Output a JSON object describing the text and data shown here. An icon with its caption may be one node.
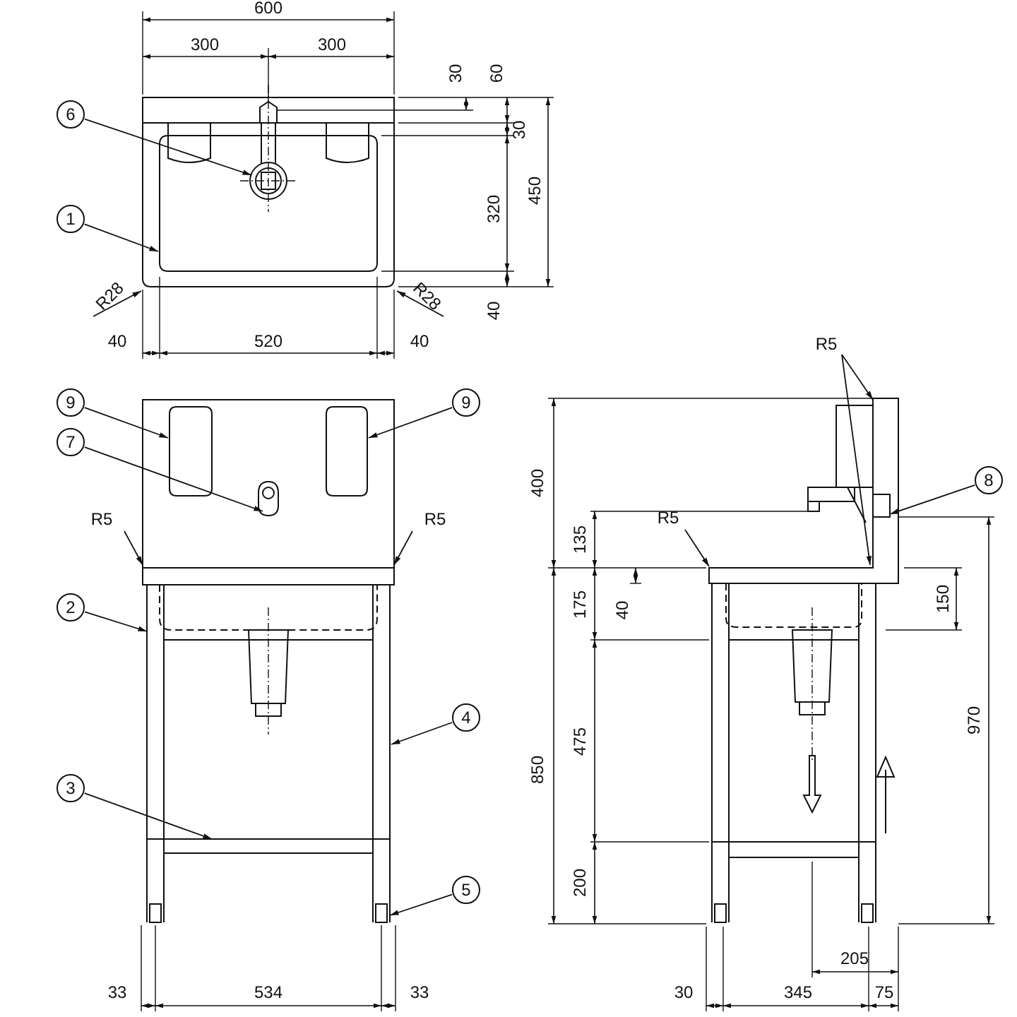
{
  "diagram": {
    "nodes": [
      {
        "text": [
          "6"
        ]
      },
      {
        "text": [
          "1"
        ]
      },
      {
        "text": [
          "R28"
        ]
      },
      {
        "text": [
          "R28"
        ]
      },
      {
        "text": [
          "9"
        ]
      },
      {
        "text": [
          "9"
        ]
      },
      {
        "text": [
          "7"
        ]
      },
      {
        "text": [
          "R5"
        ]
      },
      {
        "text": [
          "R5"
        ]
      },
      {
        "text": [
          "2"
        ]
      },
      {
        "text": [
          "4"
        ]
      },
      {
        "text": [
          "3"
        ]
      },
      {
        "text": [
          "5"
        ]
      },
      {
        "text": [
          "R5"
        ]
      },
      {
        "text": [
          "R5"
        ]
      },
      {
        "text": [
          "8"
        ]
      },
      {
        "text": [],
        "shape": "picture"
      },
      {
        "text": [],
        "shape": "picture"
      },
      {
        "text": [],
        "shape": "picture"
      }
    ],
    "edges": [
      {
        "from": 0,
        "to": 16,
        "arrow": "to"
      },
      {
        "from": 1,
        "to": 16,
        "arrow": "to"
      },
      {
        "from": 2,
        "to": 16,
        "arrow": "to"
      },
      {
        "from": 3,
        "to": 16,
        "arrow": "to"
      },
      {
        "from": 4,
        "to": 17,
        "arrow": "to"
      },
      {
        "from": 5,
        "to": 17,
        "arrow": "to"
      },
      {
        "from": 6,
        "to": 17,
        "arrow": "to"
      },
      {
        "from": 7,
        "to": 17,
        "arrow": "to"
      },
      {
        "from": 8,
        "to": 17,
        "arrow": "to"
      },
      {
        "from": 9,
        "to": 17,
        "arrow": "to"
      },
      {
        "from": 10,
        "to": 17,
        "arrow": "to"
      },
      {
        "from": 11,
        "to": 17,
        "arrow": "to"
      },
      {
        "from": 12,
        "to": 17,
        "arrow": "to"
      },
      {
        "from": 13,
        "to": 18,
        "arrow": "to"
      },
      {
        "from": 13,
        "to": 18,
        "arrow": "to"
      },
      {
        "from": 14,
        "to": 18,
        "arrow": "to"
      },
      {
        "from": 15,
        "to": 18,
        "arrow": "to"
      }
    ],
    "labels": [
      "600",
      "300",
      "300",
      "30",
      "60",
      "30",
      "320",
      "450",
      "40",
      "40",
      "520",
      "40",
      "400",
      "135",
      "175",
      "40",
      "150",
      "850",
      "475",
      "970",
      "200",
      "205",
      "33",
      "534",
      "33",
      "30",
      "345",
      "75"
    ]
  }
}
